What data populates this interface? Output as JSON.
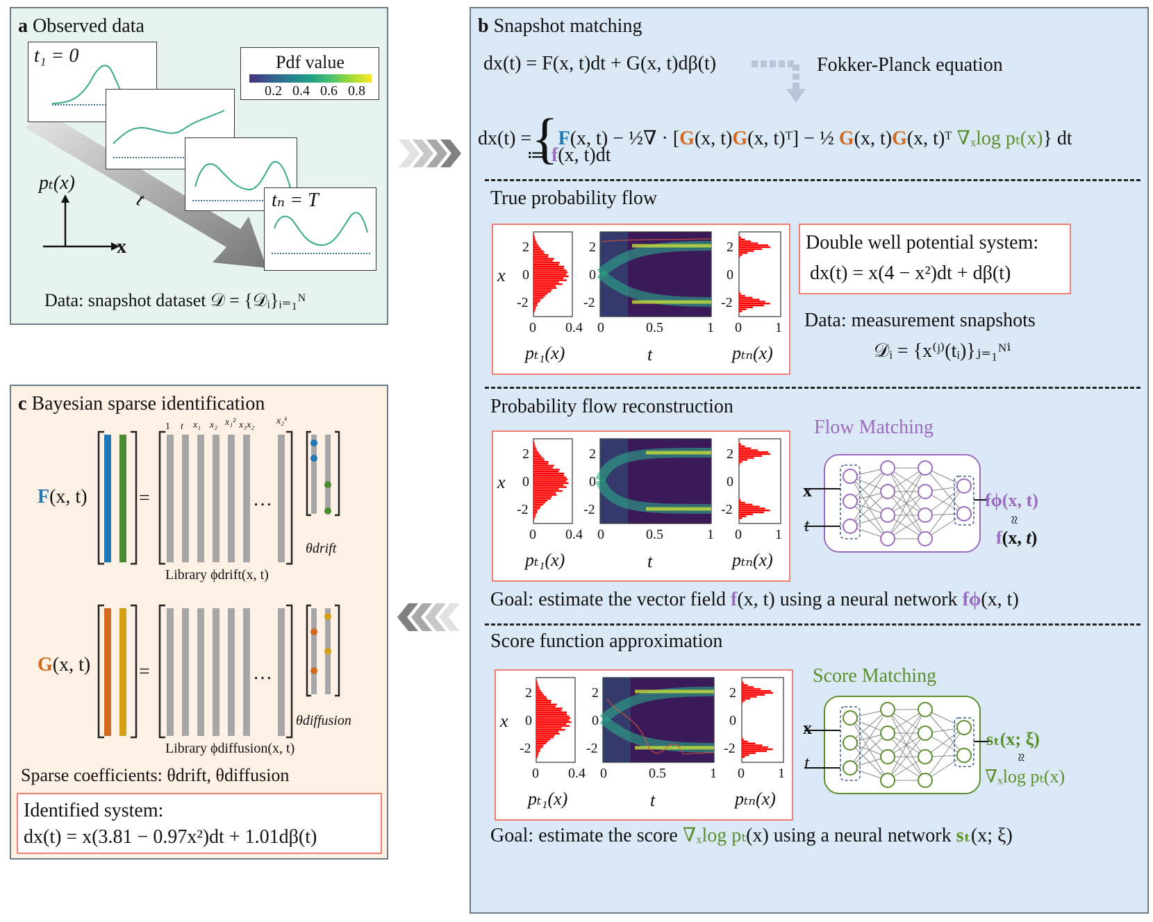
{
  "panel_a": {
    "letter": "a",
    "title": "Observed data",
    "t1_label": "t₁ = 0",
    "tN_label": "tₙ = T",
    "pdf_legend_title": "Pdf value",
    "pdf_ticks": [
      "0.2",
      "0.4",
      "0.6",
      "0.8"
    ],
    "axis_y": "pₜ(x)",
    "axis_x": "x",
    "time_arrow": "t",
    "data_caption": "Data: snapshot dataset 𝒟 = {𝒟ᵢ}ᵢ₌₁ᴺ"
  },
  "panel_b": {
    "letter": "b",
    "title": "Snapshot matching",
    "sde_eq": "dx(t) = F(x, t)dt + G(x, t)dβ(t)",
    "fp_label": "Fokker-Planck equation",
    "pf_eq": {
      "lhs": "dx(t) =",
      "F": "F",
      "t1": "(x, t) − ½∇ · [",
      "G": "G",
      "t2": "(x, t)",
      "t3": "(x, t)ᵀ] − ½",
      "t4": "(x, t)ᵀ",
      "score": "∇ₓlog pₜ(x)",
      "t5": "} dt",
      "def_prefix": "≔",
      "f": "f",
      "def_suffix": "(x, t)dt"
    },
    "sections": [
      "True probability flow",
      "Probability flow reconstruction",
      "Score function approximation"
    ],
    "double_well_title": "Double well potential system:",
    "double_well_eq": "dx(t) = x(4 − x²)dt + dβ(t)",
    "measurement_caption": "Data: measurement snapshots",
    "measurement_eq": "𝒟ᵢ = {x⁽ʲ⁾(tᵢ)}ⱼ₌₁ᴺⁱ",
    "plot_labels": {
      "x": "x",
      "y_ticks": [
        "2",
        "0",
        "-2"
      ],
      "hist_x_ticks": [
        "0",
        "0.4"
      ],
      "heat_x_ticks": [
        "0",
        "0.5",
        "1"
      ],
      "right_x_ticks": [
        "0",
        "1"
      ],
      "p_t1": "pₜ₁(x)",
      "t": "t",
      "p_tN": "pₜₙ(x)"
    },
    "flow_matching": {
      "title": "Flow Matching",
      "in_x": "x",
      "in_t": "t",
      "out_top": "fϕ(x, t)",
      "approx": "≈",
      "out_bottom": "f(x, t)"
    },
    "score_matching": {
      "title": "Score Matching",
      "in_x": "x",
      "in_t": "t",
      "out_top": "sₜ(x; ξ)",
      "approx": "≈",
      "out_bottom": "∇ₓlog pₜ(x)"
    },
    "goal_flow": {
      "prefix": "Goal: estimate the vector field",
      "f": "f",
      "mid": "(x, t) using a neural network",
      "fphi": "fϕ",
      "suffix": "(x, t)"
    },
    "goal_score": {
      "prefix": "Goal: estimate the score",
      "score": "∇ₓlog pₜ",
      "mid": "(x) using a neural network",
      "s": "sₜ",
      "suffix": "(x; ξ)"
    }
  },
  "panel_c": {
    "letter": "c",
    "title": "Bayesian sparse identification",
    "F_lhs": "F",
    "F_rest": "(x, t)",
    "G_lhs": "G",
    "G_rest": "(x, t)",
    "equals": "=",
    "dots": "…",
    "library_labels": [
      "1",
      "t",
      "x₁",
      "x₂",
      "x₁²",
      "x₁x₂",
      "x₂ᵏ"
    ],
    "library_drift": "Library ϕdrift(x, t)",
    "library_diffusion": "Library ϕdiffusion(x, t)",
    "theta_drift": "θdrift",
    "theta_diffusion": "θdiffusion",
    "sparse_caption": "Sparse coefficients: θdrift, θdiffusion",
    "identified_title": "Identified system:",
    "identified_eq": "dx(t) = x(3.81 − 0.97x²)dt + 1.01dβ(t)"
  },
  "colors": {
    "panel_a_bg": "#e6f3ef",
    "panel_b_bg": "#dbe9f6",
    "panel_c_bg": "#fdf1e6",
    "drift_blue": "#1f77b4",
    "diffusion_orange": "#d2691e",
    "flow_purple": "#9b6bc0",
    "score_green": "#5a8f2e",
    "hist_red": "#ff0000",
    "heatmap_bg": "#3b1a5a"
  }
}
